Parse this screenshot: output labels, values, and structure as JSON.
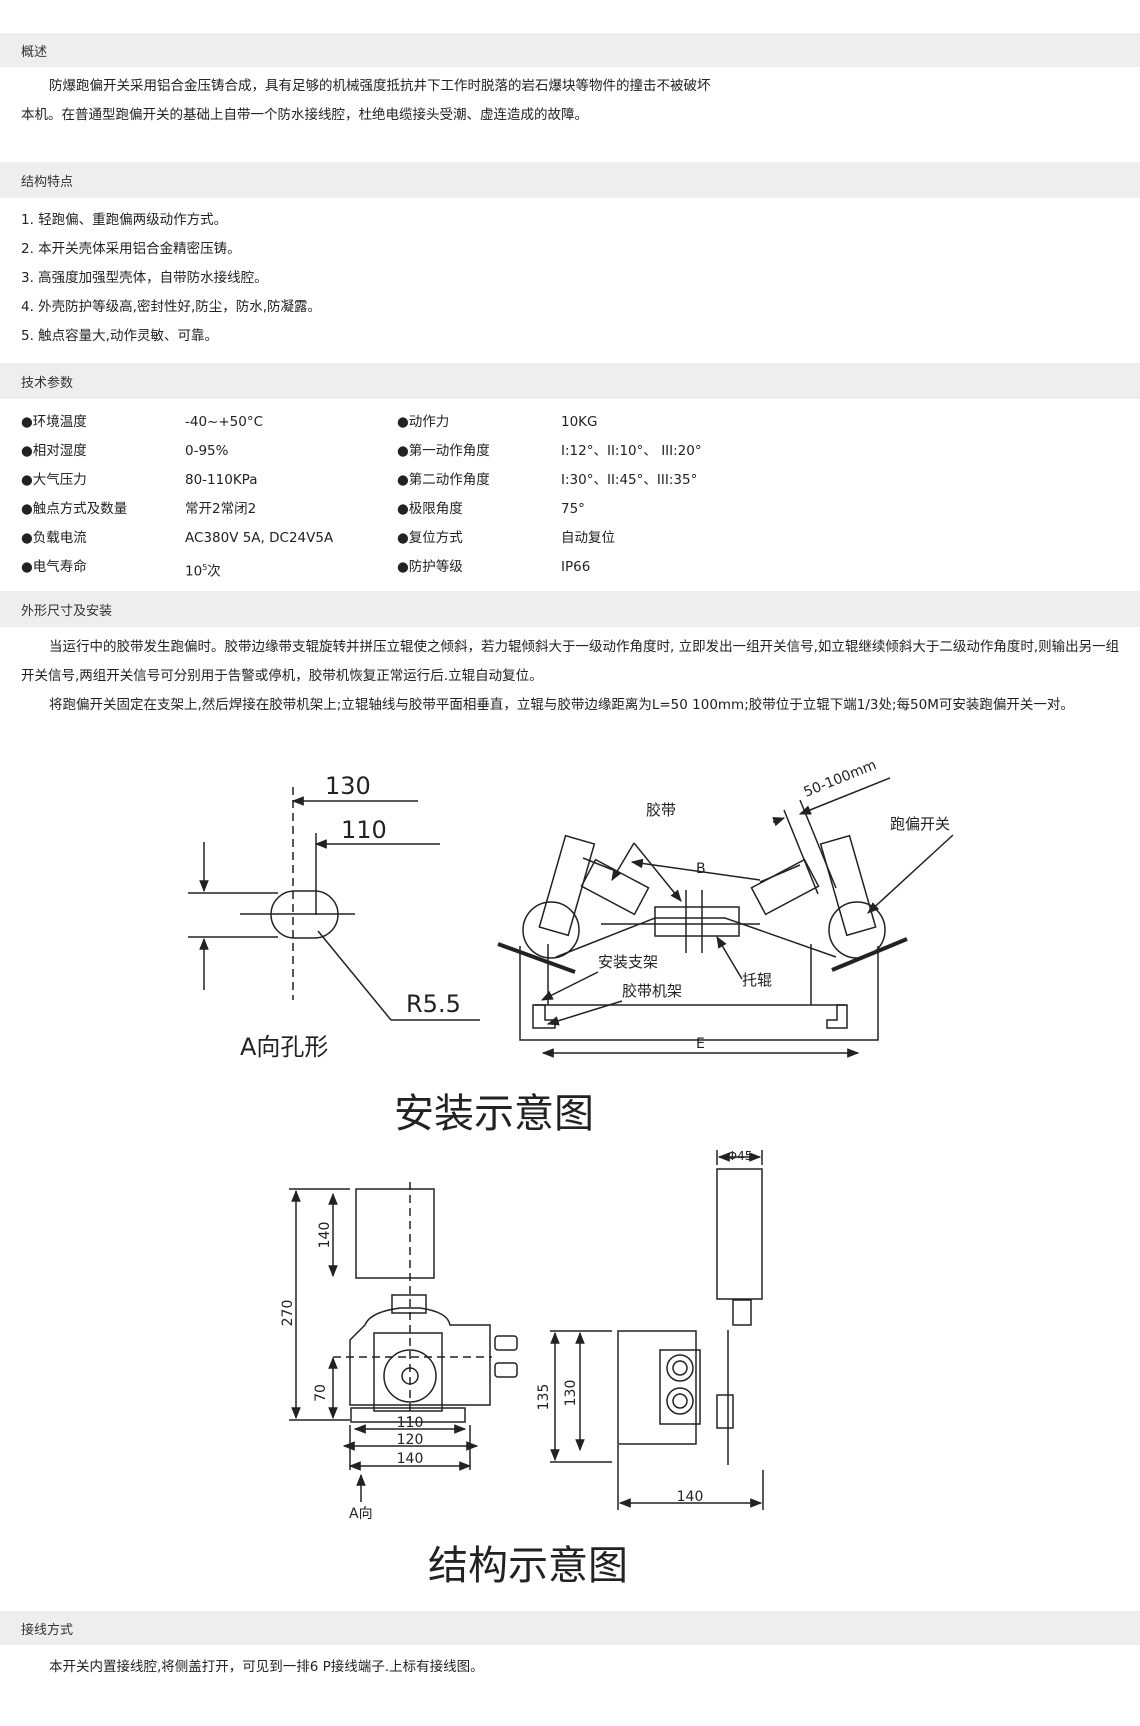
{
  "sections": {
    "overview": {
      "title": "概述",
      "text": "防爆跑偏开关采用铝合金压铸合成，具有足够的机械强度抵抗井下工作时脱落的岩石爆块等物件的撞击不被破坏本机。在普通型跑偏开关的基础上自带一个防水接线腔，杜绝电缆接头受潮、虚连造成的故障。"
    },
    "features": {
      "title": "结构特点",
      "items": [
        "1. 轻跑偏、重跑偏两级动作方式。",
        "2. 本开关壳体采用铝合金精密压铸。",
        "3. 高强度加强型壳体，自带防水接线腔。",
        "4. 外壳防护等级高,密封性好,防尘，防水,防凝露。",
        "5. 触点容量大,动作灵敏、可靠。"
      ]
    },
    "params": {
      "title": "技术参数",
      "rows": [
        {
          "l1": "●环境温度",
          "v1": "-40~+50°C",
          "l2": "●动作力",
          "v2": "10KG"
        },
        {
          "l1": "●相对湿度",
          "v1": "0-95%",
          "l2": "●第一动作角度",
          "v2": "I:12°、II:10°、 III:20°"
        },
        {
          "l1": "●大气压力",
          "v1": "80-110KPa",
          "l2": "●第二动作角度",
          "v2": "I:30°、II:45°、III:35°"
        },
        {
          "l1": "●触点方式及数量",
          "v1": "常开2常闭2",
          "l2": "●极限角度",
          "v2": "75°"
        },
        {
          "l1": "●负载电流",
          "v1": "AC380V 5A, DC24V5A",
          "l2": "●复位方式",
          "v2": "自动复位"
        },
        {
          "l1": "●电气寿命",
          "v1_base": "10",
          "v1_sup": "5",
          "v1_unit": "次",
          "l2": "●防护等级",
          "v2": "IP66"
        }
      ]
    },
    "install": {
      "title": "外形尺寸及安装",
      "p1": "当运行中的胶带发生跑偏时。胶带边缘带支辊旋转并拼压立辊使之倾斜，若力辊倾斜大于一级动作角度时, 立即发出一组开关信号,如立辊继续倾斜大于二级动作角度时,则输出另一组开关信号,两组开关信号可分别用于告警或停机，胶带机恢复正常运行后.立辊自动复位。",
      "p2": "将跑偏开关固定在支架上,然后焊接在胶带机架上;立辊轴线与胶带平面相垂直，立辊与胶带边缘距离为L=50 100mm;胶带位于立辊下端1/3处;每50M可安装跑偏开关一对。"
    },
    "wiring": {
      "title": "接线方式",
      "text": "本开关内置接线腔,将侧盖打开，可见到一排6 P接线端子.上标有接线图。"
    }
  },
  "diagrams": {
    "hole": {
      "dim_130": "130",
      "dim_110": "110",
      "radius": "R5.5",
      "caption": "A向孔形"
    },
    "install_view": {
      "belt": "胶带",
      "gap": "50-100mm",
      "switch": "跑偏开关",
      "width_b": "B",
      "bracket": "安装支架",
      "frame": "胶带机架",
      "roller": "托辊",
      "width_e": "E"
    },
    "install_caption": "安装示意图",
    "front_view": {
      "d270": "270",
      "d140": "140",
      "d70": "70",
      "d110": "110",
      "d120": "120",
      "d140b": "140",
      "a_dir": "A向"
    },
    "side_view": {
      "phi45": "Φ45",
      "d135": "135",
      "d130": "130",
      "d140": "140"
    },
    "structure_caption": "结构示意图"
  }
}
